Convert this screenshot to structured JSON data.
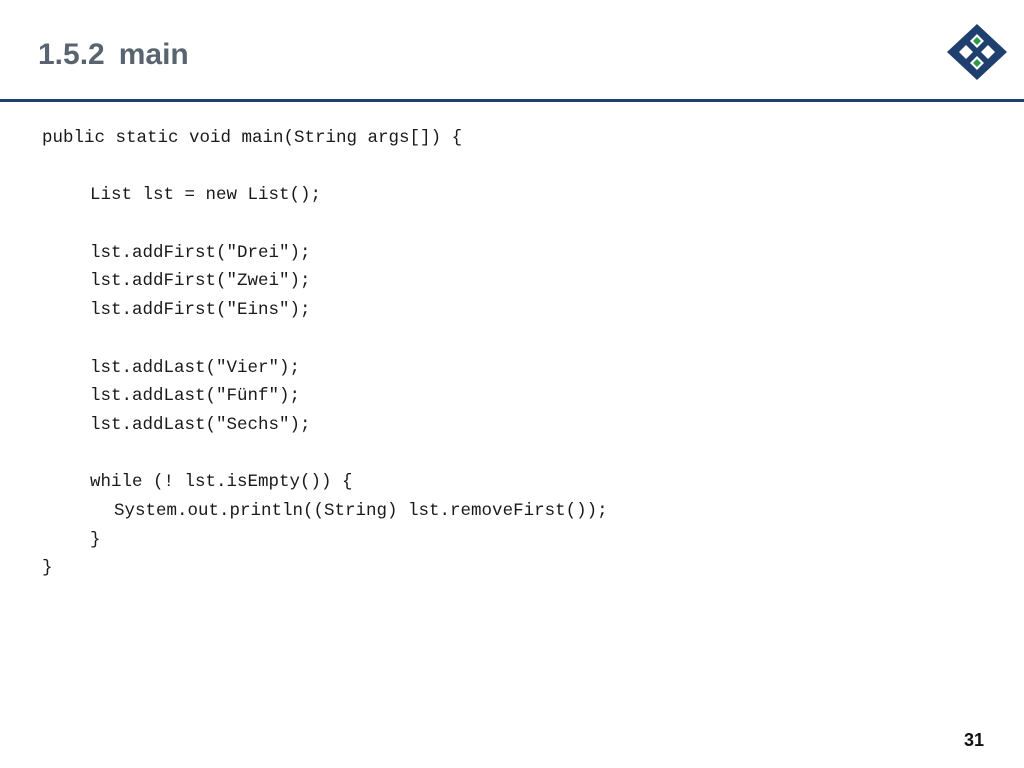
{
  "header": {
    "section_number": "1.5.2",
    "title": "main"
  },
  "logo": {
    "icon": "diamond-logo-icon",
    "colors": {
      "outer": "#1f3f6f",
      "inner": "#ffffff",
      "accent": "#2e9a4a"
    }
  },
  "code": {
    "lines": [
      "public static void main(String args[]) {",
      "",
      "List lst = new List();",
      "",
      "lst.addFirst(\"Drei\");",
      "lst.addFirst(\"Zwei\");",
      "lst.addFirst(\"Eins\");",
      "",
      "lst.addLast(\"Vier\");",
      "lst.addLast(\"Fünf\");",
      "lst.addLast(\"Sechs\");",
      "",
      "while (! lst.isEmpty()) {",
      "System.out.println((String) lst.removeFirst());",
      "}",
      "}"
    ]
  },
  "footer": {
    "page_number": "31"
  }
}
